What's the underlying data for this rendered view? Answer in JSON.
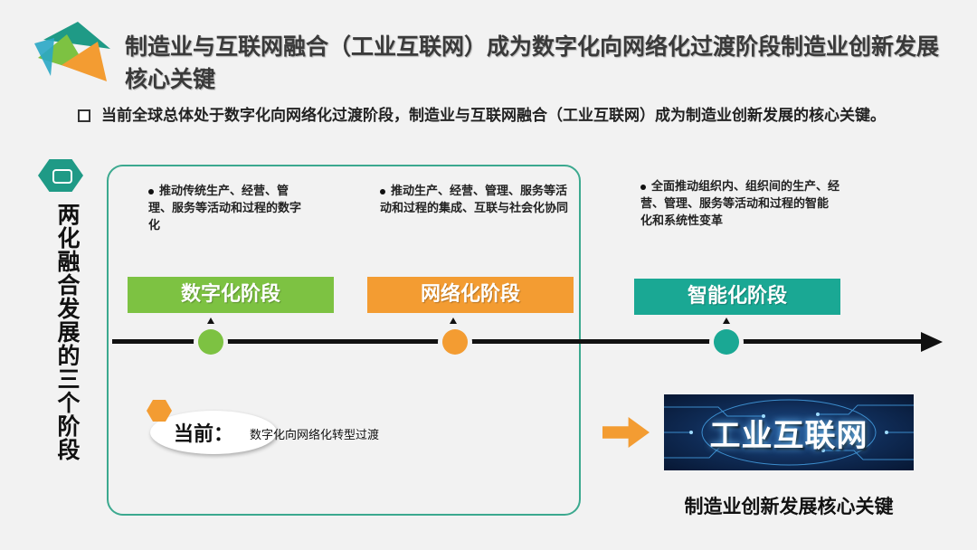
{
  "title": "制造业与互联网融合（工业互联网）成为数字化向网络化过渡阶段制造业创新发展核心关键",
  "bullet": "当前全球总体处于数字化向网络化过渡阶段，制造业与互联网融合（工业互联网）成为制造业创新发展的核心关键。",
  "side_title": "两化融合发展的三个阶段",
  "stages": [
    {
      "label": "数字化阶段",
      "color": "#7dc242",
      "desc": "推动传统生产、经营、管理、服务等活动和过程的数字化"
    },
    {
      "label": "网络化阶段",
      "color": "#f39c32",
      "desc": "推动生产、经营、管理、服务等活动和过程的集成、互联与社会化协同"
    },
    {
      "label": "智能化阶段",
      "color": "#1aa894",
      "desc": "全面推动组织内、组织间的生产、经营、管理、服务等活动和过程的智能化和系统性变革"
    }
  ],
  "current": {
    "label": "当前：",
    "text": "数字化向网络化转型过渡"
  },
  "iot_image_text": "工业互联网",
  "caption": "制造业创新发展核心关键",
  "colors": {
    "accent": "#1f9a86",
    "orange": "#f39c32",
    "green": "#7dc242",
    "teal": "#1aa894"
  }
}
